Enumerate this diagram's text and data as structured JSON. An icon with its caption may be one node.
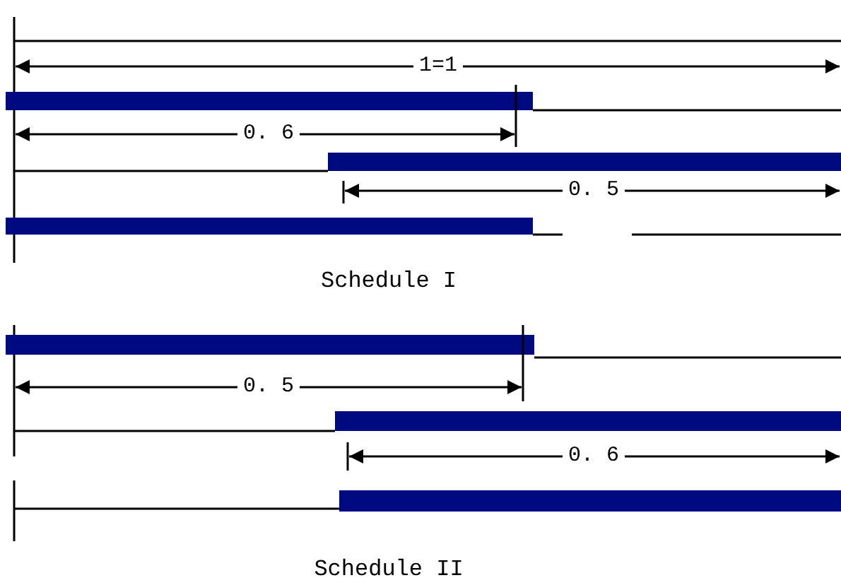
{
  "diagram": {
    "labels": [
      "1=1",
      "0. 6",
      "0. 5",
      "Schedule I",
      "0. 5",
      "0. 6",
      "Schedule II"
    ]
  }
}
